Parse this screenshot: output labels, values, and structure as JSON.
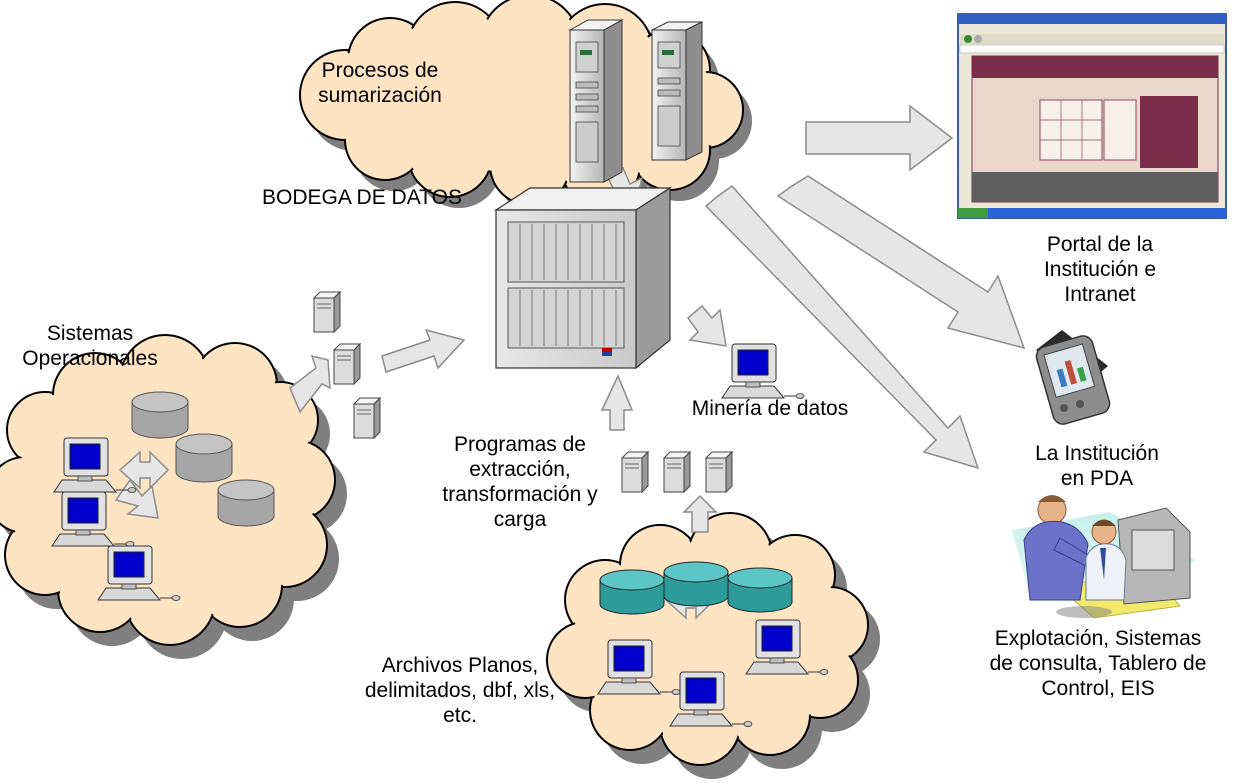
{
  "labels": {
    "summarization": "Procesos de\nsumarización",
    "warehouse": "BODEGA DE DATOS",
    "operational": "Sistemas\nOperacionales",
    "etl": "Programas de\nextracción,\ntransformación y\ncarga",
    "mining": "Minería de datos",
    "flat_files": "Archivos Planos,\ndelimitados, dbf, xls,\netc.",
    "portal": "Portal de la\nInstitución e\nIntranet",
    "pda": "La Institución\nen PDA",
    "exploitation": "Explotación, Sistemas\nde consulta, Tablero de\nControl, EIS"
  },
  "colors": {
    "cloud_fill": "#FFE4C4",
    "cloud_shadow": "#7F7F7F",
    "arrow_fill": "#E6E6E6",
    "arrow_stroke": "#8C8C8C",
    "monitor_screen": "#0000CC",
    "db_gray": "#A6A6A6",
    "db_teal": "#33A3A3",
    "portal_maroon": "#7A2E4A"
  },
  "icons": [
    "server-tower-icon",
    "mainframe-icon",
    "small-server-icon",
    "workstation-icon",
    "database-cylinder-icon",
    "browser-window-icon",
    "pda-icon",
    "business-people-icon"
  ]
}
